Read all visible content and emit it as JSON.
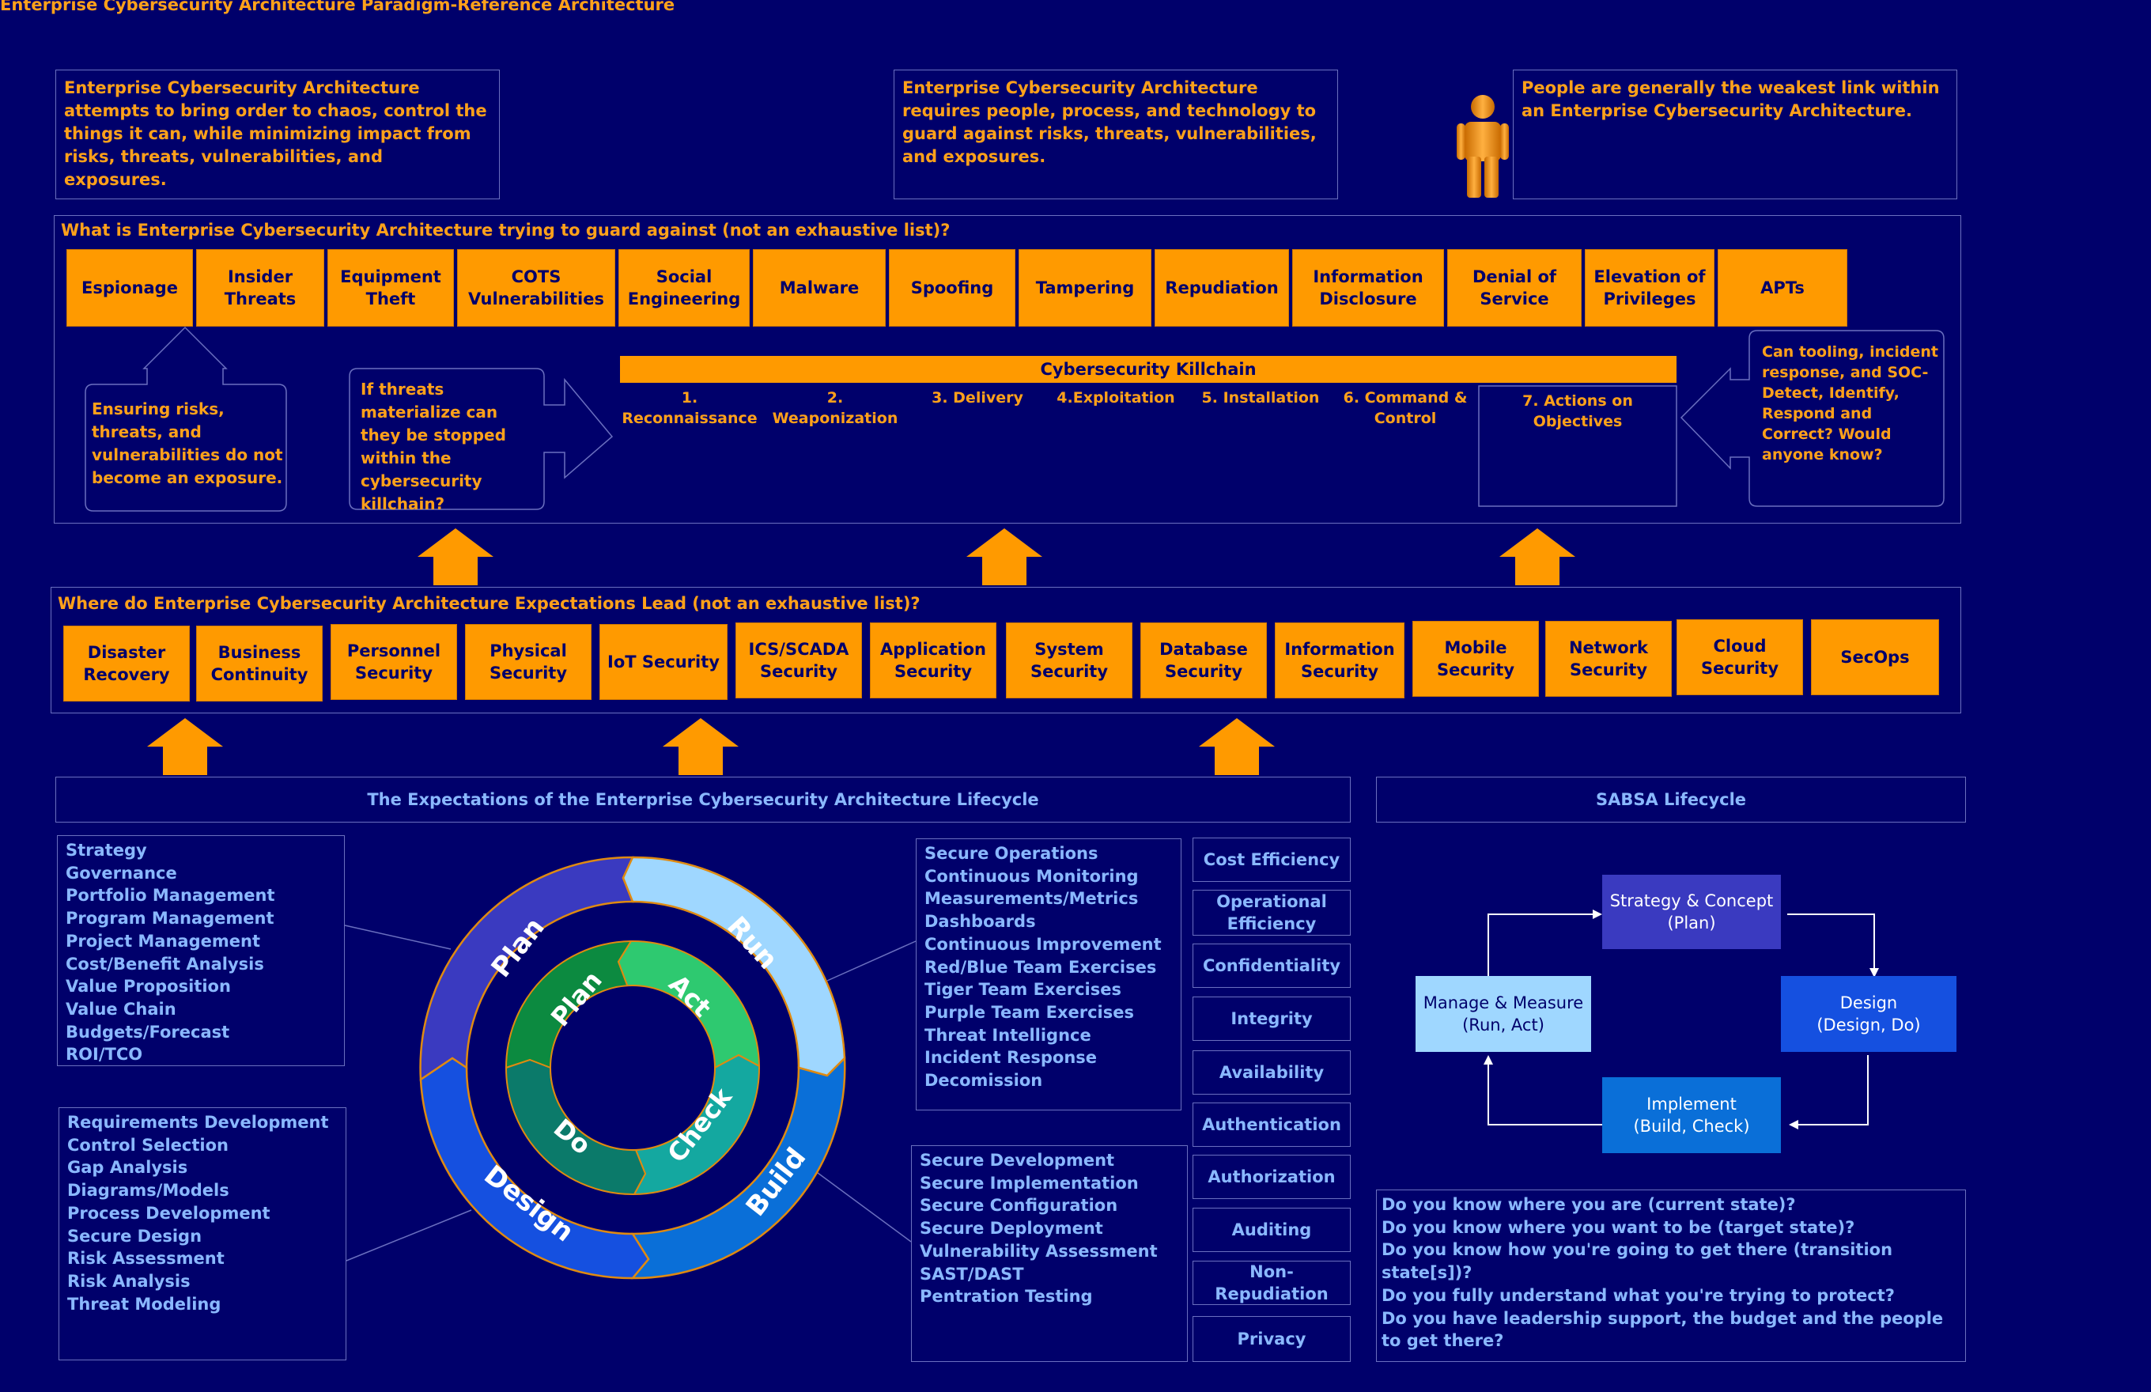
{
  "title": "Enterprise Cybersecurity Architecture Paradigm-Reference Architecture",
  "notes": {
    "order": "Enterprise Cybersecurity Architecture attempts to bring order to chaos, control the things it can, while minimizing impact from risks, threats, vulnerabilities, and exposures.",
    "requires": "Enterprise Cybersecurity Architecture requires people, process, and technology to guard against risks, threats, vulnerabilities, and exposures.",
    "people": "People are generally the weakest link within an Enterprise Cybersecurity Architecture."
  },
  "threats": {
    "title": "What is Enterprise Cybersecurity Architecture trying to guard against (not an exhaustive list)?",
    "items": [
      "Espionage",
      "Insider Threats",
      "Equipment Theft",
      "COTS Vulnerabilities",
      "Social Engineering",
      "Malware",
      "Spoofing",
      "Tampering",
      "Repudiation",
      "Information Disclosure",
      "Denial of Service",
      "Elevation of Privileges",
      "APTs"
    ]
  },
  "callouts": {
    "exposure": "Ensuring risks, threats, and vulnerabilities do not become an exposure.",
    "stopped": "If threats materialize can they be stopped within the cybersecurity killchain?",
    "tooling": "Can tooling, incident response, and SOC-Detect, Identify, Respond and Correct? Would anyone know?"
  },
  "killchain": {
    "title": "Cybersecurity Killchain",
    "steps": [
      "1. Reconnaissance",
      "2. Weaponization",
      "3. Delivery",
      "4.Exploitation",
      "5. Installation",
      "6. Command & Control",
      "7. Actions on Objectives"
    ]
  },
  "expectations": {
    "title": "Where do Enterprise Cybersecurity Architecture Expectations Lead (not an exhaustive list)?",
    "items": [
      "Disaster Recovery",
      "Business Continuity",
      "Personnel Security",
      "Physical Security",
      "IoT Security",
      "ICS/SCADA Security",
      "Application Security",
      "System Security",
      "Database Security",
      "Information Security",
      "Mobile Security",
      "Network Security",
      "Cloud Security",
      "SecOps"
    ]
  },
  "lifecycle": {
    "title": "The Expectations of the Enterprise Cybersecurity Architecture Lifecycle",
    "plan_list": [
      "Strategy",
      "Governance",
      "Portfolio Management",
      "Program Management",
      "Project Management",
      "Cost/Benefit Analysis",
      "Value Proposition",
      "Value Chain",
      "Budgets/Forecast",
      "ROI/TCO"
    ],
    "design_list": [
      "Requirements Development",
      "Control Selection",
      "Gap Analysis",
      "Diagrams/Models",
      "Process Development",
      "Secure Design",
      "Risk Assessment",
      "Risk Analysis",
      "Threat Modeling"
    ],
    "run_list": [
      "Secure Operations",
      "Continuous Monitoring",
      "Measurements/Metrics",
      "Dashboards",
      "Continuous Improvement",
      "Red/Blue Team Exercises",
      "Tiger Team Exercises",
      "Purple Team Exercises",
      "Threat Intellignce",
      "Incident Response",
      "Decomission"
    ],
    "build_list": [
      "Secure Development",
      "Secure Implementation",
      "Secure Configuration",
      "Secure Deployment",
      "Vulnerability Assessment",
      "SAST/DAST",
      "Pentration Testing"
    ],
    "outer_ring": [
      "Plan",
      "Run",
      "Build",
      "Design"
    ],
    "inner_ring": [
      "Plan",
      "Act",
      "Check",
      "Do"
    ],
    "properties": [
      "Cost Efficiency",
      "Operational Efficiency",
      "Confidentiality",
      "Integrity",
      "Availability",
      "Authentication",
      "Authorization",
      "Auditing",
      "Non-Repudiation",
      "Privacy"
    ]
  },
  "sabsa": {
    "title": "SABSA Lifecycle",
    "strategy": "Strategy & Concept",
    "strategy_sub": "(Plan)",
    "design": "Design",
    "design_sub": "(Design, Do)",
    "implement": "Implement",
    "implement_sub": "(Build, Check)",
    "manage": "Manage & Measure",
    "manage_sub": "(Run, Act)",
    "questions": [
      "Do you know where you are (current state)?",
      "Do you know where you want to be (target state)?",
      "Do you know how you're going to get there (transition state[s])?",
      "Do you fully understand what you're trying to protect?",
      "Do you have leadership support, the budget and the people to get there?"
    ]
  },
  "colors": {
    "background": "#00006b",
    "orange": "#ff9a00",
    "text_orange": "#ffa11a",
    "text_blue": "#8ab8ff",
    "border": "#6a6fbf"
  }
}
